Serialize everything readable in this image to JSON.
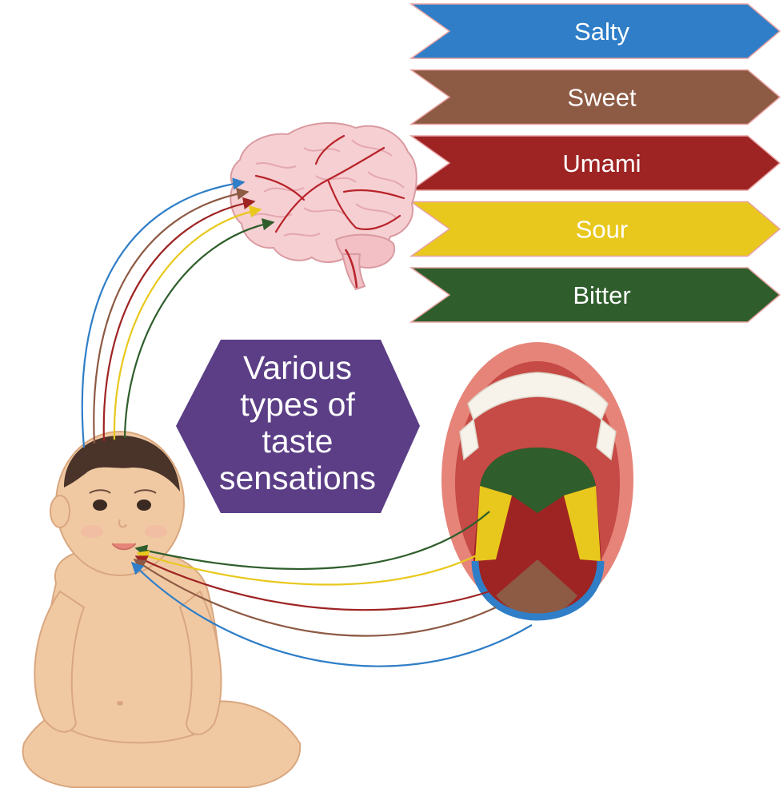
{
  "tastes": [
    {
      "label": "Salty",
      "color": "#2f7ec7"
    },
    {
      "label": "Sweet",
      "color": "#8d5a44"
    },
    {
      "label": "Umami",
      "color": "#9e2323"
    },
    {
      "label": "Sour",
      "color": "#e9c81d"
    },
    {
      "label": "Bitter",
      "color": "#2f5e2c"
    }
  ],
  "center_label": {
    "lines": [
      "Various",
      "types of",
      "taste",
      "sensations"
    ],
    "color": "#5b3e86"
  },
  "colors": {
    "brain": "#f6cfd2",
    "brain_vessels": "#b8242b",
    "skin": "#f0c9a3",
    "hair": "#4a3328",
    "lips": "#e6847a",
    "mouth_interior": "#c64a45"
  },
  "icons": [
    "brain-icon",
    "mouth-tongue-icon",
    "baby-figure-icon"
  ]
}
